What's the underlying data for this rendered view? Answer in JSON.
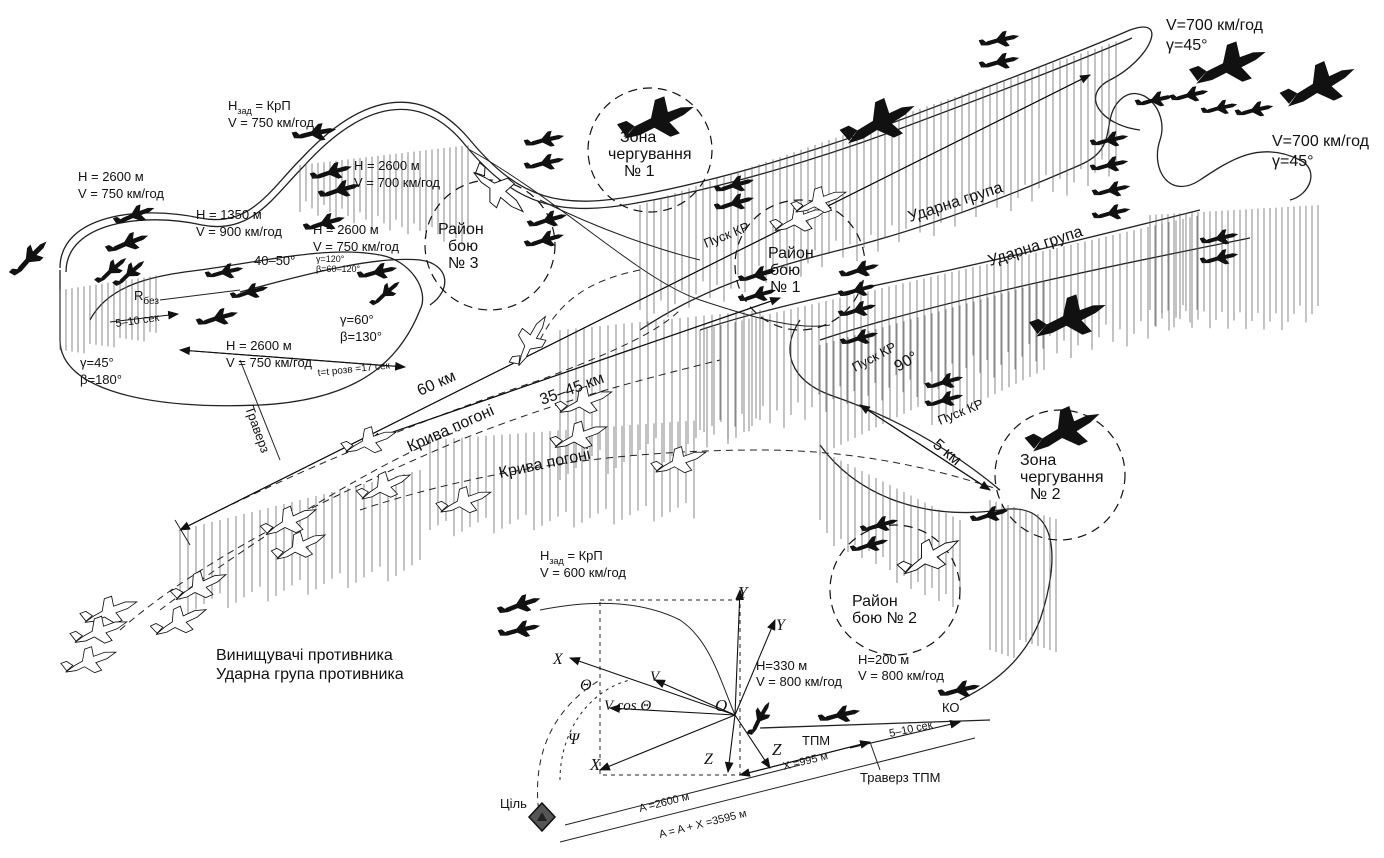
{
  "labels": {
    "h_zad_kpp_1": "H",
    "h_zad_sub_1": "зад",
    "h_zad_eq_1": " = КрП",
    "vi_750_top": "V",
    "vi_750_top_rest": " = 750 км/год",
    "h2600_a": "H = 2600 м",
    "vi750_a": "V = 750 км/год",
    "h2600_b": "H = 2600 м",
    "vi700_b": "V = 700 км/год",
    "h1350": "H = 1350 м",
    "v900": "V = 900 км/год",
    "h2600_c": "H = 2600 м",
    "vi750_c": "V = 750 км/год",
    "angle_40_50": "40–50°",
    "gamma120": "γ=120°",
    "beta60": "β=60–120°",
    "r_bez": "R",
    "r_bez_sub": "без",
    "t5_10_left": "5–10 сек",
    "gamma60": "γ=60°",
    "beta130": "β=130°",
    "h2600_d": "H = 2600 м",
    "vi750_d": "V = 750 км/год",
    "gamma45_left": "γ=45°",
    "beta180": "β=180°",
    "t_rozv": "t=t розв =17 сек",
    "traverz": "Траверз",
    "zone1_l1": "Зона",
    "zone1_l2": "чергування",
    "zone1_l3": "№ 1",
    "rayon3_l1": "Район",
    "rayon3_l2": "бою",
    "rayon3_l3": "№ 3",
    "rayon1_l1": "Район",
    "rayon1_l2": "бою",
    "rayon1_l3": "№ 1",
    "pusk_kr_1": "Пуск КР",
    "pusk_kr_2": "Пуск КР",
    "pusk_kr_3": "Пуск КР",
    "udarna_1": "Ударна група",
    "udarna_2": "Ударна група",
    "v700_top": "V=700 км/год",
    "g45_top": "γ=45°",
    "v700_right": "V=700 км/год",
    "g45_right": "γ=45°",
    "km60": "60 км",
    "km35_45": "35–45 км",
    "kryva1": "Крива погоні",
    "kryva2": "Крива погоні",
    "angle90": "90°",
    "km5": "5 км",
    "zone2_l1": "Зона",
    "zone2_l2": "чергування",
    "zone2_l3": "№ 2",
    "rayon2_l1": "Район",
    "rayon2_l2": "бою № 2",
    "h_zad_kpp_2": "H",
    "h_zad_sub_2": "зад",
    "h_zad_eq_2": " = КрП",
    "vi600": "V",
    "vi600_rest": " = 600 км/год",
    "enemy_fighters": "Винищувачі противника",
    "enemy_strike": "Ударна група противника",
    "h330": "H=330 м",
    "vi800_a": "V = 800 км/год",
    "h200": "H=200 м",
    "vi800_b": "V = 800 км/год",
    "ko": "КО",
    "tpm": "ТПМ",
    "t5_10_bottom": "5–10 сек",
    "x0": "X =995 м",
    "traverz_tpm": "Траверз ТПМ",
    "a2600": "A =2600 м",
    "a_sum": "A = A + X =3595 м",
    "target": "Ціль",
    "ax_yg": "Y",
    "ax_yk": "Y",
    "ax_xk": "X",
    "ax_xg": "X",
    "ax_zk": "Z",
    "ax_zg": "Z",
    "ax_o": "O",
    "theta": "Θ",
    "psi": "Ψ",
    "vki": "V",
    "vki_cos": "V cos Θ"
  },
  "colors": {
    "ink": "#111111",
    "hatch": "#555555",
    "target": "#555555"
  },
  "icons": {
    "aircraft": "strike-aircraft-icon",
    "fighter": "fighter-jet-icon",
    "target": "target-diamond-icon"
  }
}
